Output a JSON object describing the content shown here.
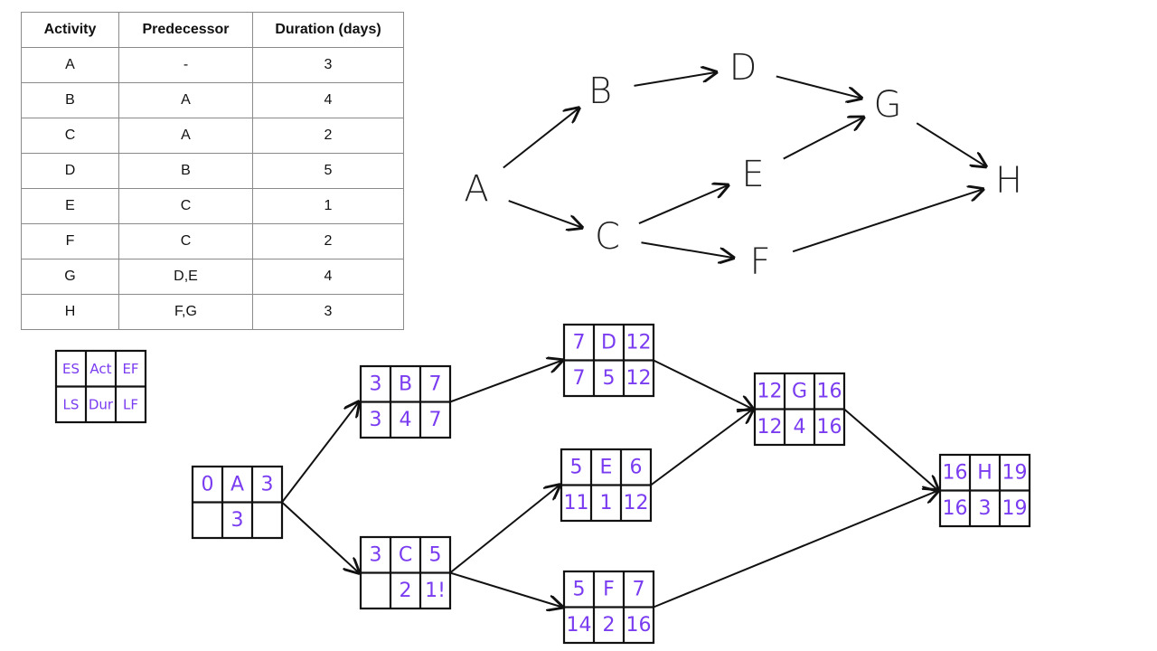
{
  "table": {
    "headers": [
      "Activity",
      "Predecessor",
      "Duration (days)"
    ],
    "rows": [
      [
        "A",
        "-",
        "3"
      ],
      [
        "B",
        "A",
        "4"
      ],
      [
        "C",
        "A",
        "2"
      ],
      [
        "D",
        "B",
        "5"
      ],
      [
        "E",
        "C",
        "1"
      ],
      [
        "F",
        "C",
        "2"
      ],
      [
        "G",
        "D,E",
        "4"
      ],
      [
        "H",
        "F,G",
        "3"
      ]
    ]
  },
  "network_letters": [
    "A",
    "B",
    "C",
    "D",
    "E",
    "F",
    "G",
    "H"
  ],
  "network_edges": [
    [
      "A",
      "B"
    ],
    [
      "A",
      "C"
    ],
    [
      "B",
      "D"
    ],
    [
      "C",
      "E"
    ],
    [
      "C",
      "F"
    ],
    [
      "D",
      "G"
    ],
    [
      "E",
      "G"
    ],
    [
      "F",
      "H"
    ],
    [
      "G",
      "H"
    ]
  ],
  "legend": {
    "es": "ES",
    "act": "Act",
    "ef": "EF",
    "ls": "LS",
    "dur": "Dur",
    "lf": "LF"
  },
  "activities": [
    {
      "id": "A",
      "es": "0",
      "ef": "3",
      "ls": "",
      "dur": "3",
      "lf": ""
    },
    {
      "id": "B",
      "es": "3",
      "ef": "7",
      "ls": "3",
      "dur": "4",
      "lf": "7"
    },
    {
      "id": "C",
      "es": "3",
      "ef": "5",
      "ls": "",
      "dur": "2",
      "lf": "1!"
    },
    {
      "id": "D",
      "es": "7",
      "ef": "12",
      "ls": "7",
      "dur": "5",
      "lf": "12"
    },
    {
      "id": "E",
      "es": "5",
      "ef": "6",
      "ls": "11",
      "dur": "1",
      "lf": "12"
    },
    {
      "id": "F",
      "es": "5",
      "ef": "7",
      "ls": "14",
      "dur": "2",
      "lf": "16"
    },
    {
      "id": "G",
      "es": "12",
      "ef": "16",
      "ls": "12",
      "dur": "4",
      "lf": "16"
    },
    {
      "id": "H",
      "es": "16",
      "ef": "19",
      "ls": "16",
      "dur": "3",
      "lf": "19"
    }
  ],
  "box_edges": [
    [
      "A",
      "B"
    ],
    [
      "A",
      "C"
    ],
    [
      "B",
      "D"
    ],
    [
      "C",
      "E"
    ],
    [
      "C",
      "F"
    ],
    [
      "D",
      "G"
    ],
    [
      "E",
      "G"
    ],
    [
      "F",
      "H"
    ],
    [
      "G",
      "H"
    ]
  ],
  "colors": {
    "ink": "#111111",
    "handwriting": "#7a3cf0",
    "table_border": "#8a8a8a"
  }
}
